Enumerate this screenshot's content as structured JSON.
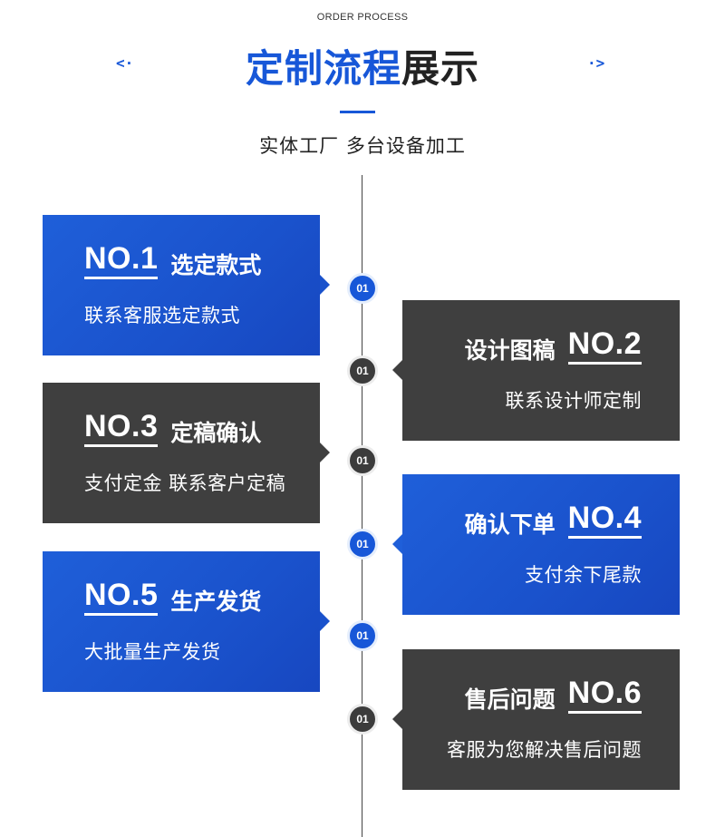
{
  "header": {
    "eyebrow": "ORDER PROCESS",
    "title_blue": "定制流程",
    "title_dark": "展示",
    "left_arrow": "<·",
    "right_arrow": "·>",
    "subtitle": "实体工厂  多台设备加工"
  },
  "steps": [
    {
      "no": "NO.1",
      "title": "选定款式",
      "desc": "联系客服选定款式",
      "dot": "01",
      "theme": "blue"
    },
    {
      "no": "NO.2",
      "title": "设计图稿",
      "desc": "联系设计师定制",
      "dot": "01",
      "theme": "dark"
    },
    {
      "no": "NO.3",
      "title": "定稿确认",
      "desc": "支付定金 联系客户定稿",
      "dot": "01",
      "theme": "dark"
    },
    {
      "no": "NO.4",
      "title": "确认下单",
      "desc": "支付余下尾款",
      "dot": "01",
      "theme": "blue"
    },
    {
      "no": "NO.5",
      "title": "生产发货",
      "desc": "大批量生产发货",
      "dot": "01",
      "theme": "blue"
    },
    {
      "no": "NO.6",
      "title": "售后问题",
      "desc": "客服为您解决售后问题",
      "dot": "01",
      "theme": "dark"
    }
  ],
  "colors": {
    "accent": "#1757d8",
    "dark_card": "#3f3f3f",
    "text": "#222222"
  }
}
